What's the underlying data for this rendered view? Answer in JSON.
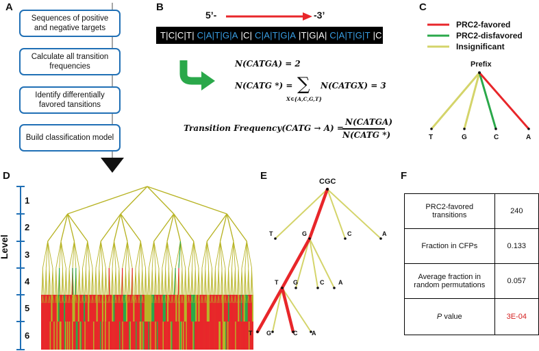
{
  "panels": {
    "A": "A",
    "B": "B",
    "C": "C",
    "D": "D",
    "E": "E",
    "F": "F"
  },
  "flow": [
    "Sequences of positive and negative targets",
    "Calculate all transition frequencies",
    "Identify differentially favored tansitions",
    "Build classification model"
  ],
  "seq": {
    "five": "5’-",
    "three": "-3’",
    "segments": [
      {
        "t": "T|C|C|T| ",
        "c": "w"
      },
      {
        "t": "C|A|T|G|A",
        "c": "b"
      },
      {
        "t": " |C| ",
        "c": "w"
      },
      {
        "t": "C|A|T|G|A",
        "c": "b"
      },
      {
        "t": " |T|G|A| ",
        "c": "w"
      },
      {
        "t": "C|A|T|G|T",
        "c": "b"
      },
      {
        "t": " |C",
        "c": "w"
      }
    ]
  },
  "formulas": {
    "f1": "N(CATGA) = 2",
    "f2_left": "N(CATG *) =",
    "f2_right": "N(CATGX) = 3",
    "f2_sub": "X∈{A,C,G,T}",
    "f3_left": "Transition Frequency(CATG → A) =",
    "f3_num": "N(CATGA)",
    "f3_den": "N(CATG *)"
  },
  "legend": {
    "items": [
      {
        "label": "PRC2-favored",
        "color": "#e8262a"
      },
      {
        "label": "PRC2-disfavored",
        "color": "#2aa84a"
      },
      {
        "label": "Insignificant",
        "color": "#d4d46a"
      }
    ],
    "prefix": "Prefix",
    "leaves": [
      "T",
      "G",
      "C",
      "A"
    ]
  },
  "level": {
    "title": "Level",
    "numbers": [
      "1",
      "2",
      "3",
      "4",
      "5",
      "6"
    ]
  },
  "treeE": {
    "root": "CGC",
    "l1": [
      "T",
      "G",
      "C",
      "A"
    ],
    "l2": [
      "T",
      "G",
      "C",
      "A"
    ],
    "l3": [
      "T",
      "G",
      "C",
      "A"
    ]
  },
  "stats": [
    {
      "label": "PRC2-favored transitions",
      "value": "240"
    },
    {
      "label": "Fraction in CFPs",
      "value": "0.133"
    },
    {
      "label": "Average fraction in random permutations",
      "value": "0.057"
    },
    {
      "label_em": "P",
      "label_rest": " value",
      "value": "3E-04",
      "value_color": "#d42020"
    }
  ],
  "colors": {
    "red": "#e8262a",
    "green": "#2aa84a",
    "olive": "#b8b426",
    "blue": "#1f6fb5",
    "lightolive": "#cccc66"
  }
}
